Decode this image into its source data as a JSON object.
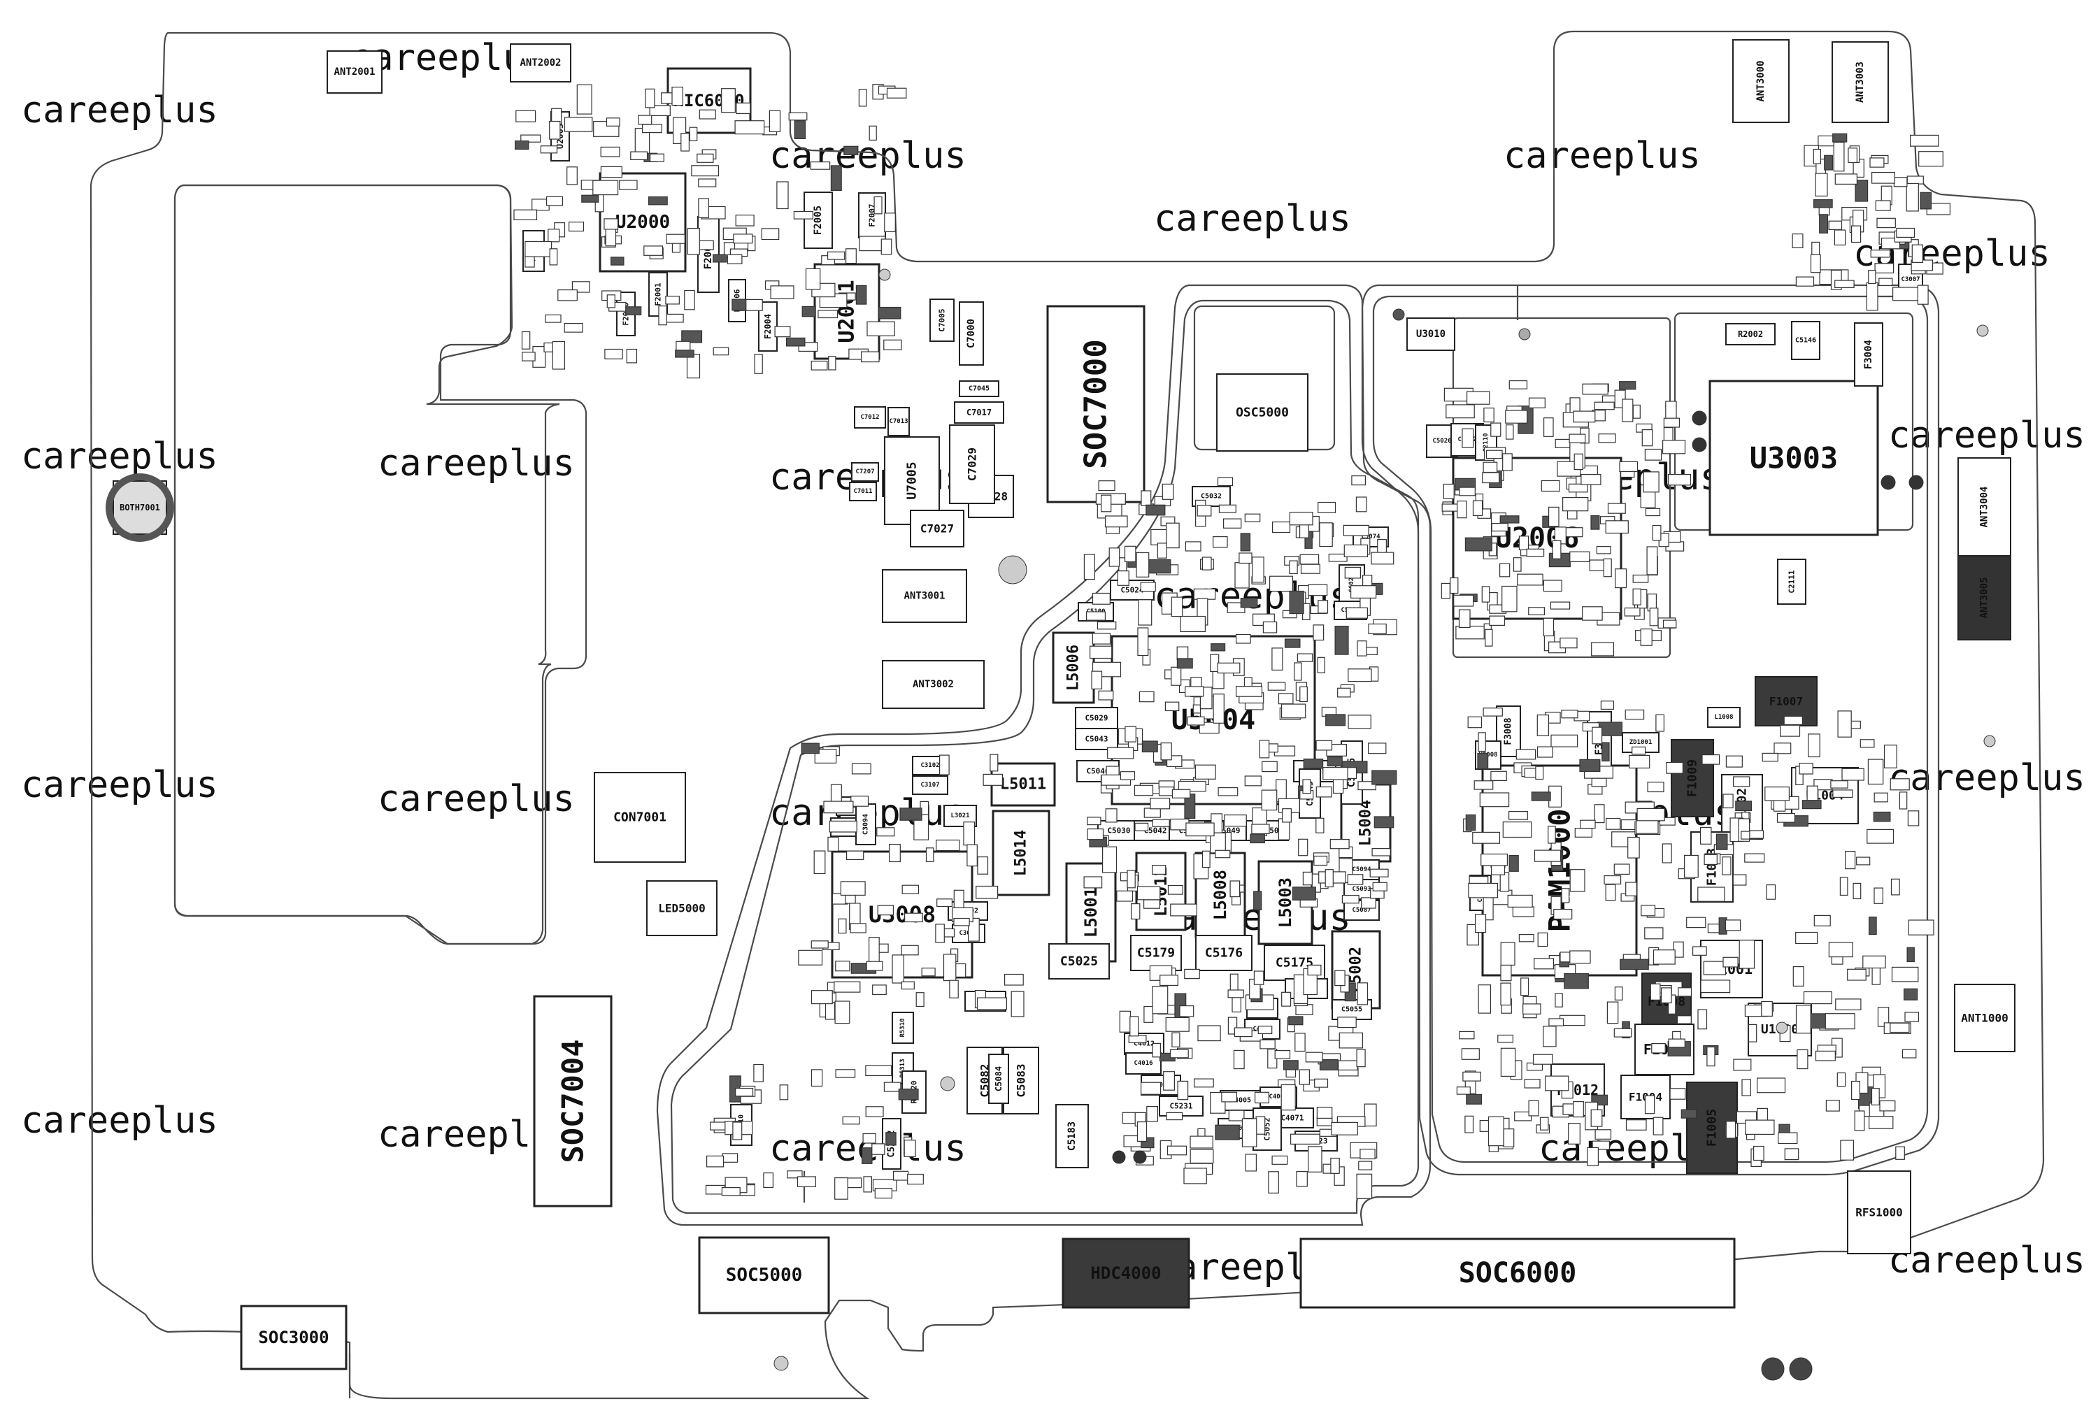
{
  "watermark": "careeplus",
  "large_components": [
    "SOC7000",
    "SOC7004",
    "SOC6000",
    "SOC5000",
    "SOC3000",
    "HDC4000",
    "U5004",
    "U2006",
    "U3003",
    "U3008",
    "PAM1000",
    "U2000",
    "U2001",
    "MIC6000",
    "OSC5000",
    "CON7001",
    "LED5000",
    "BOTH7001"
  ],
  "medium_components": [
    "ANT2001",
    "ANT2002",
    "ANT3000",
    "ANT3003",
    "ANT3004",
    "ANT3005",
    "ANT3001",
    "ANT3002",
    "ANT1000",
    "RFS1000",
    "L5011",
    "L5014",
    "L5001",
    "L5012",
    "L5008",
    "L5003",
    "L5002",
    "L5004",
    "L5006",
    "F1007",
    "F1009",
    "F1002",
    "F1003",
    "F1001",
    "F1008",
    "F1010",
    "F1012",
    "F1004",
    "F1005",
    "U1004",
    "U1000",
    "U3010",
    "U7005",
    "C7028",
    "C7027",
    "C7029",
    "C5179",
    "C5176",
    "C5175",
    "C5025",
    "C5082",
    "C5083",
    "C5183"
  ],
  "small_components": [
    "U2003",
    "F2002",
    "F2001",
    "F2000",
    "F2008",
    "F2005",
    "F2006",
    "F2004",
    "F2007",
    "C7000",
    "C7005",
    "C7045",
    "C7017",
    "C7012",
    "C7013",
    "C7207",
    "C7011",
    "C3102",
    "C3107",
    "L3021",
    "C3012",
    "C3007",
    "C3094",
    "C3092",
    "C3014",
    "Q5000",
    "R5310",
    "R5313",
    "C5084",
    "R5020",
    "C7010",
    "C5232",
    "C5024",
    "C5100",
    "C5029",
    "C5043",
    "C5046",
    "C5030",
    "C5042",
    "C5048",
    "C5049",
    "C5050",
    "C5065",
    "C5045",
    "C5086",
    "C5074",
    "C6021",
    "C5090",
    "C5094",
    "C5093",
    "C5087",
    "C5032",
    "C5055",
    "C4010",
    "C4006",
    "C4007",
    "C4012",
    "C4016",
    "C4036",
    "C5231",
    "C4005",
    "C4001",
    "C4071",
    "C5023",
    "C4009",
    "C5052",
    "C5026",
    "C5107",
    "C2110",
    "C2111",
    "R2002",
    "C5146",
    "F3004",
    "C3007",
    "F3008",
    "U3008",
    "F3001",
    "ZD1001",
    "L1008",
    "C1204",
    "R1003",
    "F1011",
    "C3146"
  ]
}
